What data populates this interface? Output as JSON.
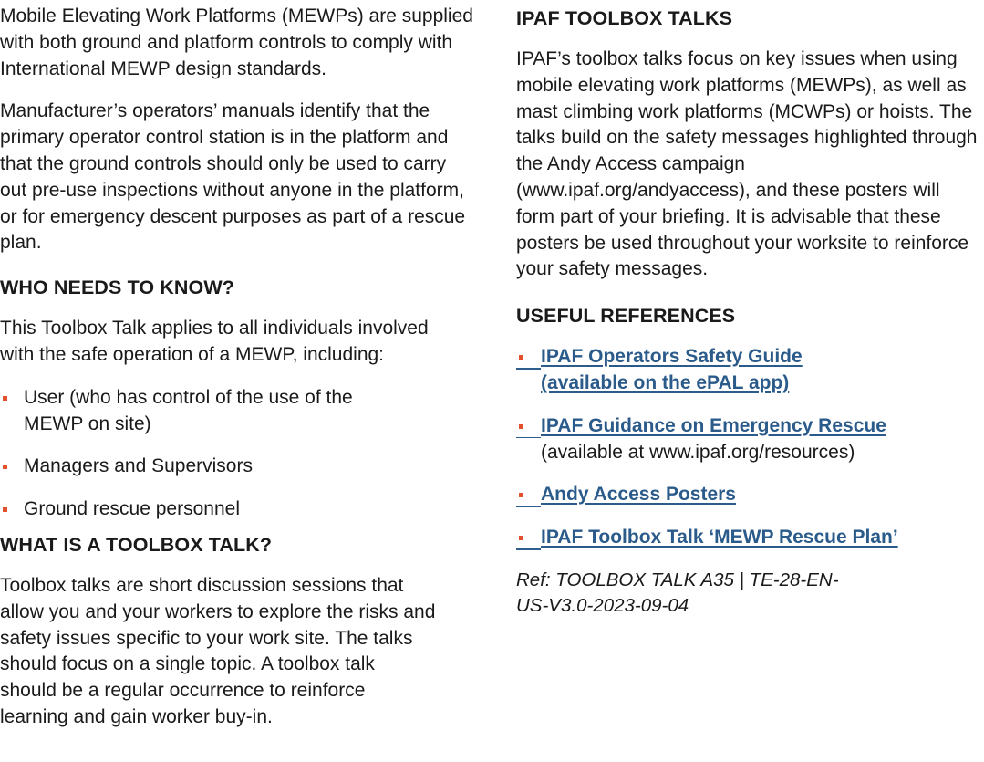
{
  "left": {
    "intro_p1": "Mobile Elevating Work Platforms (MEWPs) are supplied with both ground and platform controls to comply with International MEWP design standards.",
    "intro_p2": "Manufacturer’s operators’ manuals identify that the primary operator control station is in the platform and that the ground controls should only be used to carry out pre-use inspections without anyone in the platform, or for emergency descent purposes as part of a rescue plan.",
    "who_heading": "WHO NEEDS TO KNOW?",
    "who_text": "This Toolbox Talk applies to all individuals involved with the safe operation of a MEWP, including:",
    "who_items": [
      "User (who has control of the use of the MEWP on site)",
      "Managers and Supervisors",
      "Ground rescue personnel"
    ],
    "what_heading": "WHAT IS A TOOLBOX TALK?",
    "what_text": "Toolbox talks are short discussion sessions that allow you and your workers to explore the risks and safety issues specific to your work site. The talks should focus on a single topic. A toolbox talk should be a regular occurrence to reinforce learning and gain worker buy-in."
  },
  "right": {
    "ipaf_heading": "IPAF TOOLBOX TALKS",
    "ipaf_text": "IPAF’s toolbox talks focus on key issues when using mobile elevating work platforms (MEWPs), as well as mast climbing work platforms (MCWPs) or hoists. The talks build on the safety messages highlighted through the Andy Access campaign (www.ipaf.org/andyaccess), and these posters will form part of your briefing. It is advisable that these posters be used throughout your worksite to reinforce your safety messages.",
    "refs_heading": "USEFUL REFERENCES",
    "refs": [
      {
        "line1": "IPAF Operators Safety Guide",
        "line2": "(available on the ePAL app)",
        "note": ""
      },
      {
        "line1": "IPAF Guidance on Emergency Rescue",
        "line2": "",
        "note": "(available at www.ipaf.org/resources)"
      },
      {
        "line1": "Andy Access Posters",
        "line2": "",
        "note": ""
      },
      {
        "line1": "IPAF Toolbox Talk ‘MEWP Rescue Plan’",
        "line2": "",
        "note": ""
      }
    ],
    "ref_code_line1": "Ref: TOOLBOX TALK A35 | TE-28-EN-",
    "ref_code_line2": "US-V3.0-2023-09-04"
  },
  "colors": {
    "accent_bullet": "#e2502d",
    "link": "#2b5b8b",
    "text": "#1a1a1a"
  }
}
